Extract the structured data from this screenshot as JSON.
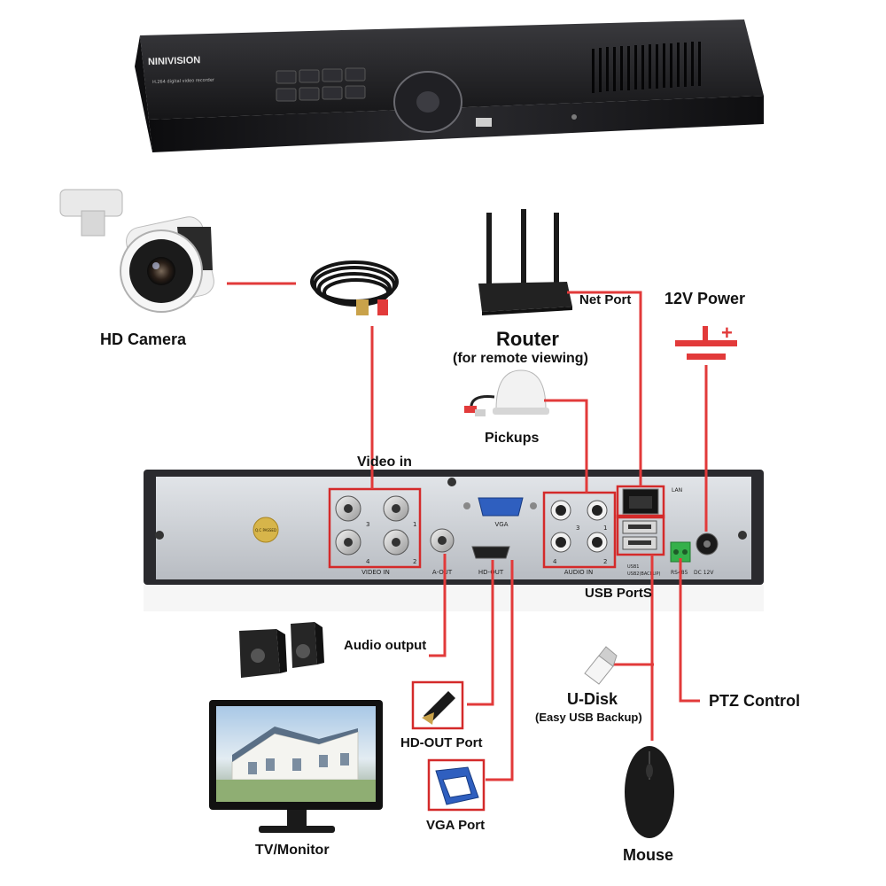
{
  "brand": "NINIVISION",
  "dvr_subtitle": "H.264 digital video recorder",
  "labels": {
    "hd_camera": "HD Camera",
    "router": "Router",
    "router_sub": "(for remote viewing)",
    "net_port": "Net Port",
    "power": "12V Power",
    "pickups": "Pickups",
    "video_in": "Video in",
    "usb_ports": "USB PortS",
    "audio_output": "Audio output",
    "u_disk": "U-Disk",
    "u_disk_sub": "(Easy USB Backup)",
    "ptz_control": "PTZ Control",
    "hd_out_port": "HD-OUT Port",
    "vga_port": "VGA Port",
    "tv_monitor": "TV/Monitor",
    "mouse": "Mouse"
  },
  "panel": {
    "video_in": "VIDEO IN",
    "a_out": "A-OUT",
    "vga": "VGA",
    "hd_out": "HD-OUT",
    "audio_in": "AUDIO IN",
    "lan": "LAN",
    "usb1": "USB1",
    "usb2": "USB2(BACKUP)",
    "rs485": "RS485",
    "dc12v": "DC 12V",
    "qc": "Q.C PASSED",
    "ch1": "1",
    "ch2": "2",
    "ch3": "3",
    "ch4": "4"
  },
  "colors": {
    "wire": "#e23a3a",
    "box": "#d42a2a",
    "panel": "#c9cdd2",
    "dvr_body": "#1c1c1e"
  }
}
